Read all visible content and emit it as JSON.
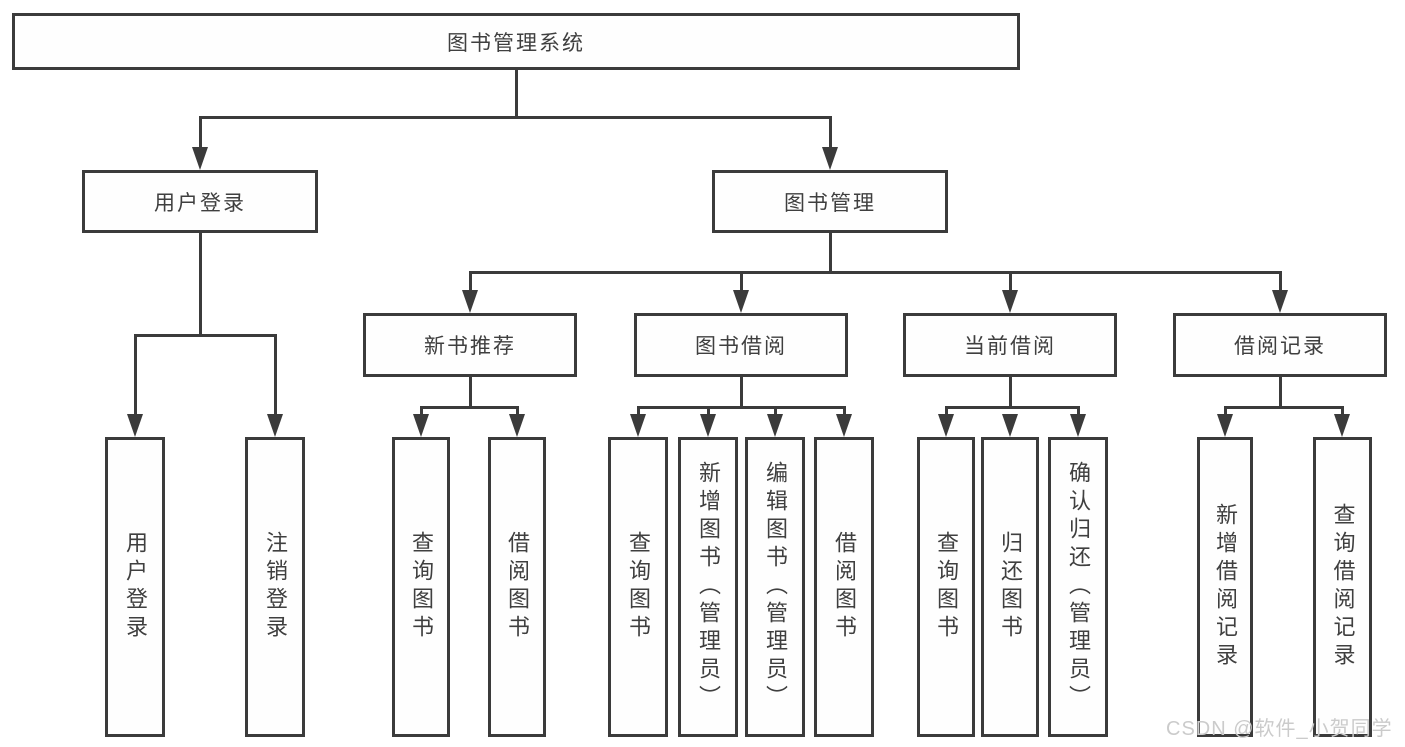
{
  "tree": {
    "label": "图书管理系统",
    "children": [
      {
        "label": "用户登录",
        "children": [
          {
            "label": "用户登录"
          },
          {
            "label": "注销登录"
          }
        ]
      },
      {
        "label": "图书管理",
        "children": [
          {
            "label": "新书推荐",
            "children": [
              {
                "label": "查询图书"
              },
              {
                "label": "借阅图书"
              }
            ]
          },
          {
            "label": "图书借阅",
            "children": [
              {
                "label": "查询图书"
              },
              {
                "label": "新增图书（管理员）"
              },
              {
                "label": "编辑图书（管理员）"
              },
              {
                "label": "借阅图书"
              }
            ]
          },
          {
            "label": "当前借阅",
            "children": [
              {
                "label": "查询图书"
              },
              {
                "label": "归还图书"
              },
              {
                "label": "确认归还（管理员）"
              }
            ]
          },
          {
            "label": "借阅记录",
            "children": [
              {
                "label": "新增借阅记录"
              },
              {
                "label": "查询借阅记录"
              }
            ]
          }
        ]
      }
    ]
  },
  "watermark": {
    "text": "CSDN @软件_小贺同学"
  },
  "colors": {
    "line": "#3b3b3b",
    "text": "#3f3f3f",
    "watermark": "#cbcbcb",
    "background": "#ffffff"
  }
}
